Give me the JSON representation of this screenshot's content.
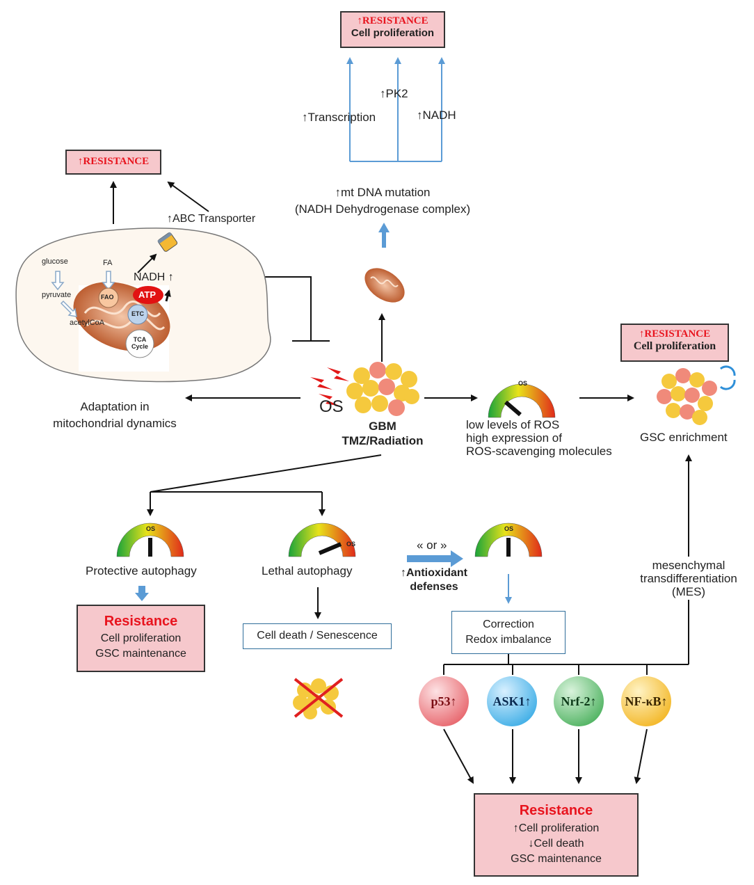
{
  "top_box": {
    "line1": "↑RESISTANCE",
    "line2": "Cell proliferation"
  },
  "top_labels": {
    "transcription": "↑Transcription",
    "pk2": "↑PK2",
    "nadh": "↑NADH"
  },
  "mtdna": {
    "line1": "↑mt DNA mutation",
    "line2": "(NADH  Dehydrogenase complex)"
  },
  "left_resist_box": {
    "label": "↑RESISTANCE"
  },
  "abc_transporter": "↑ABC Transporter",
  "cell": {
    "glucose": "glucose",
    "pyruvate": "pyruvate",
    "acetylcoa": "acetylCoA",
    "fa": "FA",
    "fao": "FAO",
    "etc": "ETC",
    "tca_line1": "TCA",
    "tca_line2": "Cycle",
    "nadh": "NADH ↑",
    "atp": "ATP"
  },
  "adaptation": {
    "line1": "Adaptation in",
    "line2": "mitochondrial dynamics"
  },
  "os_label": "OS",
  "gbm": {
    "line1": "GBM",
    "line2": "TMZ/Radiation"
  },
  "ros": {
    "line1": "low levels of ROS",
    "line2": "high expression of",
    "line3": "ROS-scavenging molecules"
  },
  "right_box": {
    "line1": "↑RESISTANCE",
    "line2": "Cell proliferation"
  },
  "gsc_enrichment": "GSC enrichment",
  "gauge_label": "OS",
  "protective": "Protective autophagy",
  "lethal": "Lethal autophagy",
  "or_label": "« or »",
  "antioxidant": {
    "line1": "↑Antioxidant",
    "line2": "defenses"
  },
  "mes": {
    "line1": "mesenchymal",
    "line2": "transdifferentiation",
    "line3": "(MES)"
  },
  "resistance_left": {
    "title": "Resistance",
    "line1": "Cell proliferation",
    "line2": "GSC maintenance"
  },
  "cell_death": "Cell death / Senescence",
  "correction": {
    "line1": "Correction",
    "line2": "Redox imbalance"
  },
  "balls": [
    {
      "label": "p53↑",
      "color": "#e2474f"
    },
    {
      "label": "ASK1↑",
      "color": "#1a9ee0"
    },
    {
      "label": "Nrf-2↑",
      "color": "#2ea343"
    },
    {
      "label": "NF-κB↑",
      "color": "#f0a800"
    }
  ],
  "resistance_bottom": {
    "title": "Resistance",
    "line1": "↑Cell proliferation",
    "line2": "↓Cell death",
    "line3": "GSC maintenance"
  },
  "colors": {
    "red_text": "#e8141e",
    "pink_box": "#f6c8cc",
    "blue_arrow": "#5b9bd5",
    "blue_border": "#2e6d9a"
  }
}
